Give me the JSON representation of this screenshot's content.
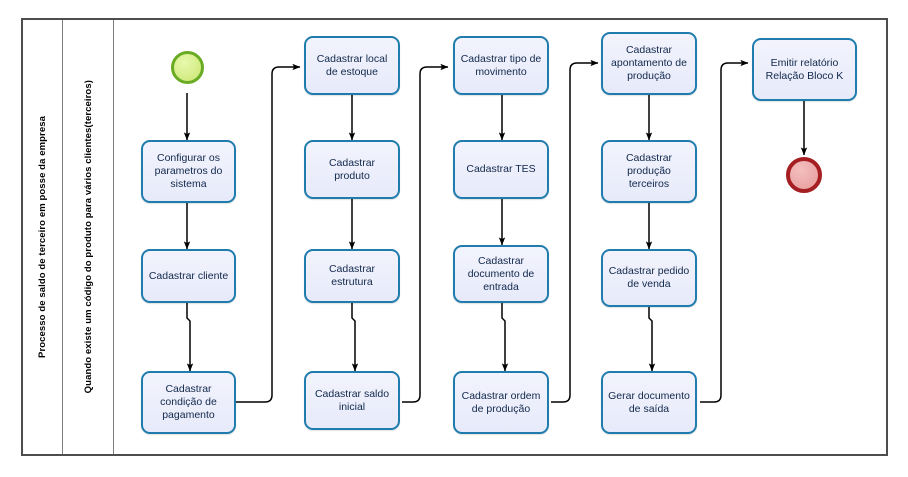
{
  "diagram": {
    "title": "Processo de saldo de terceiro em posse da empresa",
    "type": "bpmn-flowchart",
    "colors": {
      "pool_border": "#4d4d4d",
      "lane_divider": "#808080",
      "task_fill": "#eceefb",
      "task_border": "#1f7cad",
      "task_text": "#11284b",
      "start_fill": "#d8f08c",
      "start_border": "#6aab24",
      "end_fill": "#eeaaaa",
      "end_border": "#a51e22",
      "connector": "#000000"
    }
  },
  "lanes": [
    {
      "id": "lane-process",
      "label": "Processo de saldo de terceiro em posse da empresa"
    },
    {
      "id": "lane-condition",
      "label": "Quando existe um código do produto para vários clientes(terceiros)"
    }
  ],
  "events": {
    "start": {
      "name": "start-event",
      "label": ""
    },
    "end": {
      "name": "end-event",
      "label": ""
    }
  },
  "columns": [
    {
      "id": "col-1",
      "tasks": [
        {
          "id": "t1",
          "label": "Configurar os parametros do sistema"
        },
        {
          "id": "t2",
          "label": "Cadastrar cliente"
        },
        {
          "id": "t3",
          "label": "Cadastrar condição de pagamento"
        }
      ]
    },
    {
      "id": "col-2",
      "tasks": [
        {
          "id": "t4",
          "label": "Cadastrar local de estoque"
        },
        {
          "id": "t5",
          "label": "Cadastrar produto"
        },
        {
          "id": "t6",
          "label": "Cadastrar estrutura"
        },
        {
          "id": "t7",
          "label": "Cadastrar saldo inicial"
        }
      ]
    },
    {
      "id": "col-3",
      "tasks": [
        {
          "id": "t8",
          "label": "Cadastrar tipo de movimento"
        },
        {
          "id": "t9",
          "label": "Cadastrar TES"
        },
        {
          "id": "t10",
          "label": "Cadastrar documento de entrada"
        },
        {
          "id": "t11",
          "label": "Cadastrar ordem de produção"
        }
      ]
    },
    {
      "id": "col-4",
      "tasks": [
        {
          "id": "t12",
          "label": "Cadastrar apontamento de produção"
        },
        {
          "id": "t13",
          "label": "Cadastrar produção terceiros"
        },
        {
          "id": "t14",
          "label": "Cadastrar pedido de venda"
        },
        {
          "id": "t15",
          "label": "Gerar documento de saída"
        }
      ]
    },
    {
      "id": "col-5",
      "tasks": [
        {
          "id": "t16",
          "label": "Emitir relatório Relação Bloco K"
        }
      ]
    }
  ]
}
